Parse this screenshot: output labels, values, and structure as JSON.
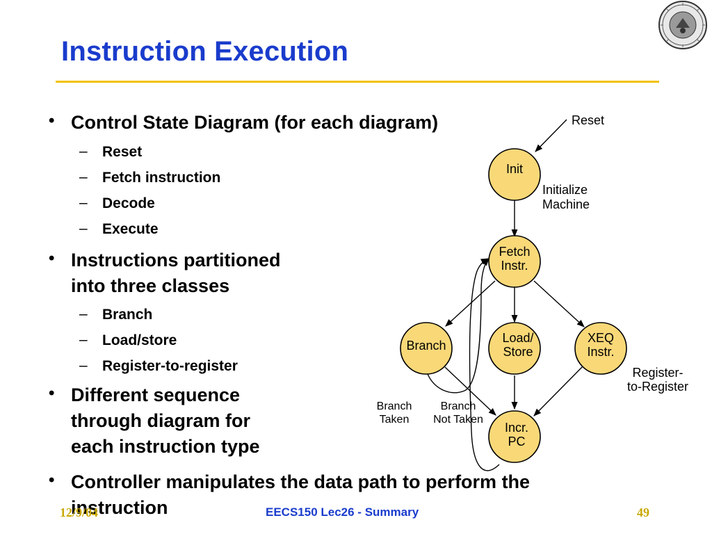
{
  "slide": {
    "title": "Instruction Execution",
    "bullets": [
      {
        "text_lines": [
          "Control State Diagram (for each diagram)"
        ],
        "sub": [
          "Reset",
          "Fetch instruction",
          "Decode",
          "Execute"
        ]
      },
      {
        "text_lines": [
          "Instructions partitioned",
          "into three classes"
        ],
        "sub": [
          "Branch",
          "Load/store",
          "Register-to-register"
        ]
      },
      {
        "text_lines": [
          "Different sequence",
          "through diagram for",
          "each instruction type"
        ],
        "sub": []
      },
      {
        "text_lines": [
          "Controller manipulates the data path to perform the",
          "instruction"
        ],
        "sub": []
      }
    ]
  },
  "diagram": {
    "reset_label": "Reset",
    "states": {
      "init": [
        "Init"
      ],
      "fetch": [
        "Fetch",
        "Instr."
      ],
      "branch": [
        "Branch"
      ],
      "loadstore": [
        "Load/",
        "Store"
      ],
      "xeq": [
        "XEQ",
        "Instr."
      ],
      "incr": [
        "Incr.",
        "PC"
      ]
    },
    "annotations": {
      "init_note": [
        "Initialize",
        "Machine"
      ],
      "reg_note": [
        "Register-",
        "to-Register"
      ],
      "branch_taken": [
        "Branch",
        "Taken"
      ],
      "branch_not_taken": [
        "Branch",
        "Not Taken"
      ]
    },
    "state_fill": "#f9d878",
    "state_stroke": "#000000"
  },
  "footer": {
    "date": "12/9/04",
    "course": "EECS150 Lec26 - Summary",
    "page": "49"
  },
  "colors": {
    "title": "#1a3ccc",
    "rule": "#f2c200",
    "footer_accent": "#c8a800"
  },
  "icons": {
    "logo": "university-seal-icon"
  }
}
